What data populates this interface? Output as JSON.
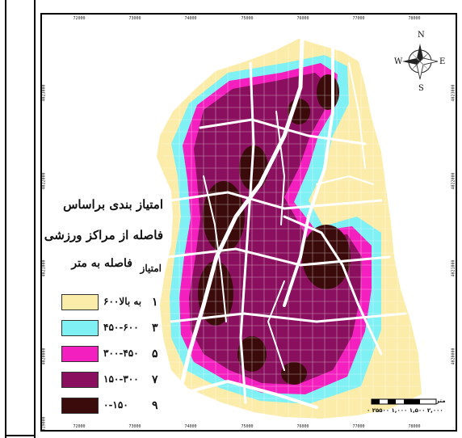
{
  "grid": {
    "x_labels": [
      "72000",
      "73000",
      "74000",
      "75000",
      "76000",
      "77000",
      "78000"
    ],
    "y_labels": [
      "4023000",
      "4022000",
      "4021000",
      "4020000",
      "4019000"
    ]
  },
  "legend": {
    "title_line1": "امتیاز بندی براساس",
    "title_line2": "فاصله از مراکز ورزشی",
    "col_score": "امتیاز",
    "col_distance": "فاصله به متر",
    "items": [
      {
        "score": "۱",
        "range": "به بالا۶۰۰",
        "color": "#fbeca9"
      },
      {
        "score": "۳",
        "range": "۴۵۰-۶۰۰",
        "color": "#7ff0f4"
      },
      {
        "score": "۵",
        "range": "۳۰۰-۴۵۰",
        "color": "#f31fbe"
      },
      {
        "score": "۷",
        "range": "۱۵۰-۳۰۰",
        "color": "#8a0f5e"
      },
      {
        "score": "۹",
        "range": "۰-۱۵۰",
        "color": "#3b0a0a"
      }
    ]
  },
  "north_arrow": {
    "n": "N",
    "s": "S",
    "e": "E",
    "w": "W"
  },
  "scale_bar": {
    "unit": "متر",
    "labels": "۰ ۲۵۵۰۰ ۱,۰۰۰ ۱,۵۰۰ ۲,۰۰۰"
  },
  "colors": {
    "class_1": "#fbeca9",
    "class_3": "#7ff0f4",
    "class_5": "#f31fbe",
    "class_7": "#8a0f5e",
    "class_9": "#3b0a0a",
    "road": "#ffffff"
  }
}
